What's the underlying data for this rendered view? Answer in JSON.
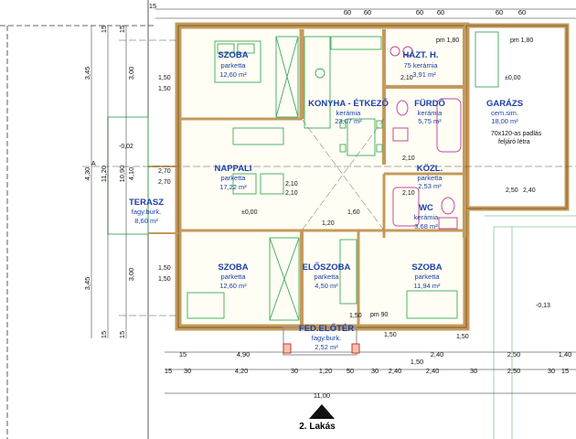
{
  "rooms": {
    "szoba1": {
      "name": "SZOBA",
      "material": "parketta",
      "area": "12,60 m²"
    },
    "konyha": {
      "name": "KONYHA - ÉTKEZŐ",
      "material": "kerámia",
      "area": "23,07 m²"
    },
    "hazt": {
      "name": "HÁZT. H.",
      "material": "75 kerámia",
      "area": "3,91 m²"
    },
    "furdo": {
      "name": "FÜRDŐ",
      "material": "kerámia",
      "area": "5,75 m²"
    },
    "garazs": {
      "name": "GARÁZS",
      "material": "cem.sim.",
      "area": "18,00 m²"
    },
    "nappali": {
      "name": "NAPPALI",
      "material": "parketta",
      "area": "17,22 m²"
    },
    "kozl": {
      "name": "KÖZL.",
      "material": "parketta",
      "area": "2,53 m²"
    },
    "wc": {
      "name": "WC",
      "material": "kerámia",
      "area": "3,68 m²"
    },
    "terasz": {
      "name": "TERASZ",
      "material": "fagy.burk.",
      "area": "8,60 m²"
    },
    "szoba2": {
      "name": "SZOBA",
      "material": "parketta",
      "area": "12,60 m²"
    },
    "eloszoba": {
      "name": "ELŐSZOBA",
      "material": "parketta",
      "area": "4,50 m²"
    },
    "szoba3": {
      "name": "SZOBA",
      "material": "parketta",
      "area": "11,94 m²"
    },
    "fedeloter": {
      "name": "FED.ELŐTÉR",
      "material": "fagy.burk.",
      "area": "2,52 m²"
    }
  },
  "levels": {
    "main": "±0,00",
    "garage": "±0,00",
    "terrace": "-0,02",
    "outside": "-0,13"
  },
  "notes": {
    "ladder_line1": "70x120-as padlás",
    "ladder_line2": "feljáró létra",
    "section_mark": "A",
    "pm1": "pm 1,80",
    "pm2": "pm 1,80",
    "pm90": "pm 90"
  },
  "dims_top": [
    "15",
    "60",
    "60",
    "60",
    "60",
    "60",
    "60"
  ],
  "dims_left_outer": [
    "3,45",
    "4,30",
    "3,45"
  ],
  "dims_left_inner": [
    "3,00",
    "11,20",
    "10,90",
    "4,10",
    "3,00",
    "15",
    "15",
    "15",
    "15"
  ],
  "dims_bottom_row1": [
    "15",
    "4,90",
    "2,40",
    "2,50",
    "1,40"
  ],
  "dims_bottom_row2": [
    "15",
    "30",
    "4,20",
    "30",
    "1,20",
    "50",
    "30",
    "2,40",
    "1,50",
    "2,40",
    "30",
    "2,50",
    "30",
    "15"
  ],
  "dims_total": "11,00",
  "window_heights": [
    "1,50",
    "1,50",
    "1,50",
    "1,50",
    "2,70",
    "2,70",
    "2,10",
    "2,10",
    "1,20",
    "2,10",
    "2,10",
    "1,60",
    "2,10",
    "1,50",
    "1,50",
    "1,50",
    "2,50",
    "2,40"
  ],
  "title": "2. Lakás",
  "colors": {
    "wall": "#c49a5c",
    "room_text": "#1a3fa8",
    "green": "#3aaa5a",
    "purple": "#c04a9c"
  }
}
